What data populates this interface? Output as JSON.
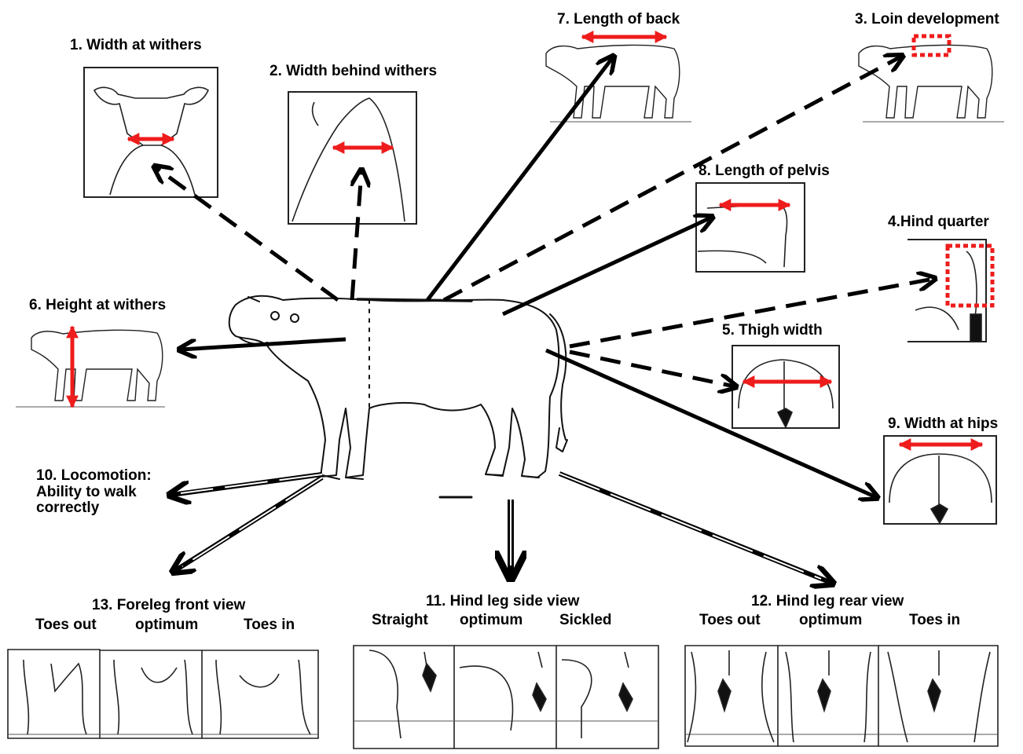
{
  "colors": {
    "accent": "#ee1c1c",
    "ink": "#000000"
  },
  "traits": {
    "t1": "1. Width at withers",
    "t2": "2. Width behind withers",
    "t3": "3. Loin development",
    "t4": "4.Hind quarter",
    "t5": "5. Thigh width",
    "t6": "6. Height at withers",
    "t7": "7. Length of back",
    "t8": "8.  Length of pelvis",
    "t9": "9. Width at hips",
    "t10": "10. Locomotion:\nAbility to walk\ncorrectly",
    "t11": "11. Hind leg side view",
    "t12": "12. Hind leg rear view",
    "t13": "13. Foreleg front view"
  },
  "foreleg_views": [
    "Toes out",
    "optimum",
    "Toes in"
  ],
  "hindleg_side_views": [
    "Straight",
    "optimum",
    "Sickled"
  ],
  "hindleg_rear_views": [
    "Toes out",
    "optimum",
    "Toes in"
  ],
  "arrow_styles": {
    "solid": "solid",
    "dashed": "dashed",
    "double": "double-line"
  }
}
